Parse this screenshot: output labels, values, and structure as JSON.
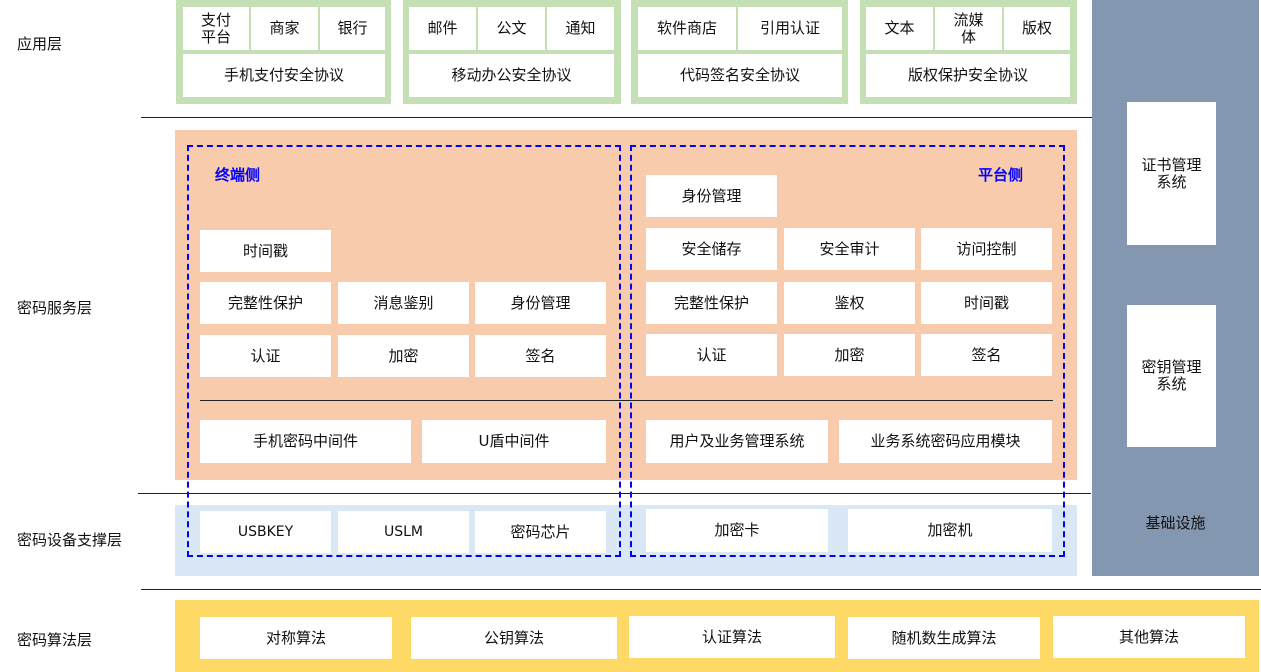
{
  "layers": {
    "application": "应用层",
    "service": "密码服务层",
    "device": "密码设备支撑层",
    "algorithm": "密码算法层"
  },
  "application_groups": [
    {
      "items": [
        "支付平台",
        "商家",
        "银行"
      ],
      "protocol": "手机支付安全协议"
    },
    {
      "items": [
        "邮件",
        "公文",
        "通知"
      ],
      "protocol": "移动办公安全协议"
    },
    {
      "items": [
        "软件商店",
        "引用认证"
      ],
      "protocol": "代码签名安全协议"
    },
    {
      "items": [
        "文本",
        "流媒体",
        "版权"
      ],
      "protocol": "版权保护安全协议"
    }
  ],
  "terminal": {
    "title": "终端侧",
    "services": [
      "时间戳",
      "完整性保护",
      "消息鉴别",
      "身份管理",
      "认证",
      "加密",
      "签名"
    ],
    "middleware": [
      "手机密码中间件",
      "U盾中间件"
    ],
    "devices": [
      "USBKEY",
      "USLM",
      "密码芯片"
    ]
  },
  "platform": {
    "title": "平台侧",
    "services": [
      "身份管理",
      "安全储存",
      "安全审计",
      "访问控制",
      "完整性保护",
      "鉴权",
      "时间戳",
      "认证",
      "加密",
      "签名"
    ],
    "systems": [
      "用户及业务管理系统",
      "业务系统密码应用模块"
    ],
    "devices": [
      "加密卡",
      "加密机"
    ]
  },
  "infrastructure": {
    "label": "基础设施",
    "systems": [
      "证书管理系统",
      "密钥管理系统"
    ]
  },
  "algorithms": [
    "对称算法",
    "公钥算法",
    "认证算法",
    "随机数生成算法",
    "其他算法"
  ]
}
